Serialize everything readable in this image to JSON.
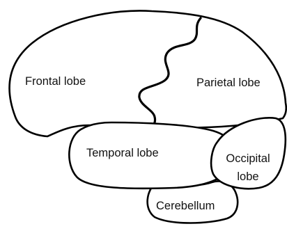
{
  "labels": {
    "frontal": "Frontal lobe",
    "parietal": "Parietal lobe",
    "temporal": "Temporal lobe",
    "occipital_line1": "Occipital",
    "occipital_line2": "lobe",
    "cerebellum": "Cerebellum"
  },
  "colors": {
    "stroke": "#000000",
    "fill": "#ffffff",
    "text": "#111111"
  }
}
